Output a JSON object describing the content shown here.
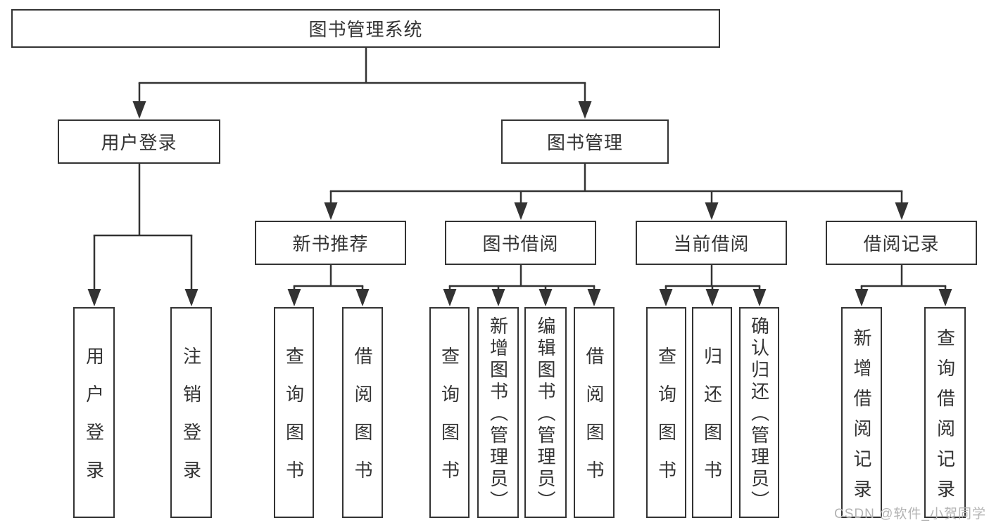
{
  "diagram": {
    "root": {
      "label": "图书管理系统"
    },
    "level2": [
      {
        "label": "用户登录"
      },
      {
        "label": "图书管理"
      }
    ],
    "user_login_children": [
      {
        "label": "用户登录"
      },
      {
        "label": "注销登录"
      }
    ],
    "modules": [
      {
        "label": "新书推荐",
        "children": [
          {
            "label": "查询图书"
          },
          {
            "label": "借阅图书"
          }
        ]
      },
      {
        "label": "图书借阅",
        "children": [
          {
            "label": "查询图书"
          },
          {
            "label": "新增图书（管理员）"
          },
          {
            "label": "编辑图书（管理员）"
          },
          {
            "label": "借阅图书"
          }
        ]
      },
      {
        "label": "当前借阅",
        "children": [
          {
            "label": "查询图书"
          },
          {
            "label": "归还图书"
          },
          {
            "label": "确认归还（管理员）"
          }
        ]
      },
      {
        "label": "借阅记录",
        "children": [
          {
            "label": "新增借阅记录"
          },
          {
            "label": "查询借阅记录"
          }
        ]
      }
    ],
    "colors": {
      "line": "#333333",
      "text": "#333333",
      "box_fill": "#ffffff",
      "watermark": "#b3b3b3"
    }
  },
  "watermark": {
    "text": "CSDN @软件_小贺同学"
  }
}
